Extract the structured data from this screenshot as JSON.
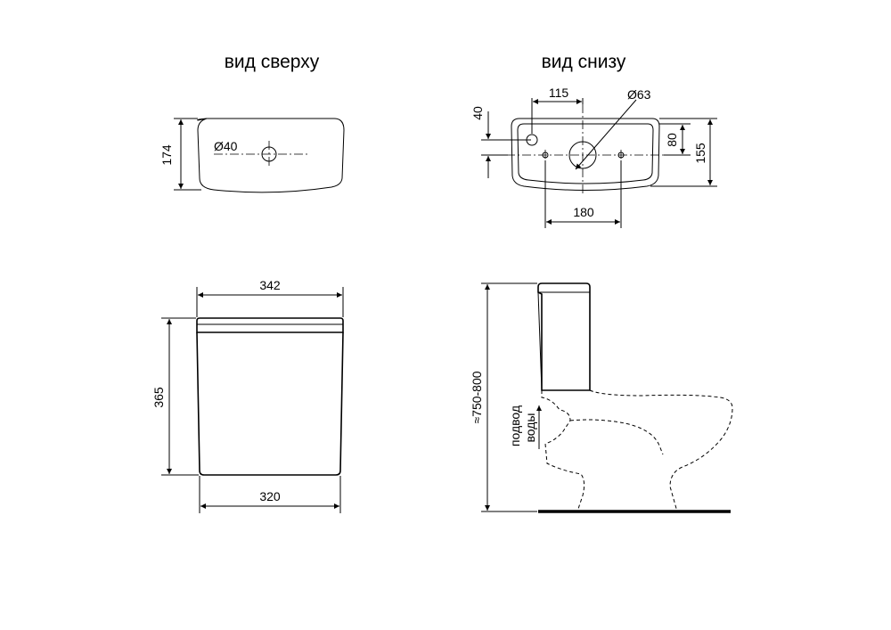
{
  "views": {
    "top_title": "вид сверху",
    "bottom_title": "вид снизу"
  },
  "top_view": {
    "hole_diameter": "Ø40",
    "depth": "174"
  },
  "bottom_view": {
    "offset_x": "115",
    "inlet_diameter": "Ø63",
    "offset_y": "40",
    "bolt_depth": "80",
    "depth": "155",
    "bolt_spacing": "180"
  },
  "front_view": {
    "top_width": "342",
    "height": "365",
    "bottom_width": "320"
  },
  "side_view": {
    "total_height": "≈750-800",
    "water_supply_line1": "подвод",
    "water_supply_line2": "воды"
  }
}
